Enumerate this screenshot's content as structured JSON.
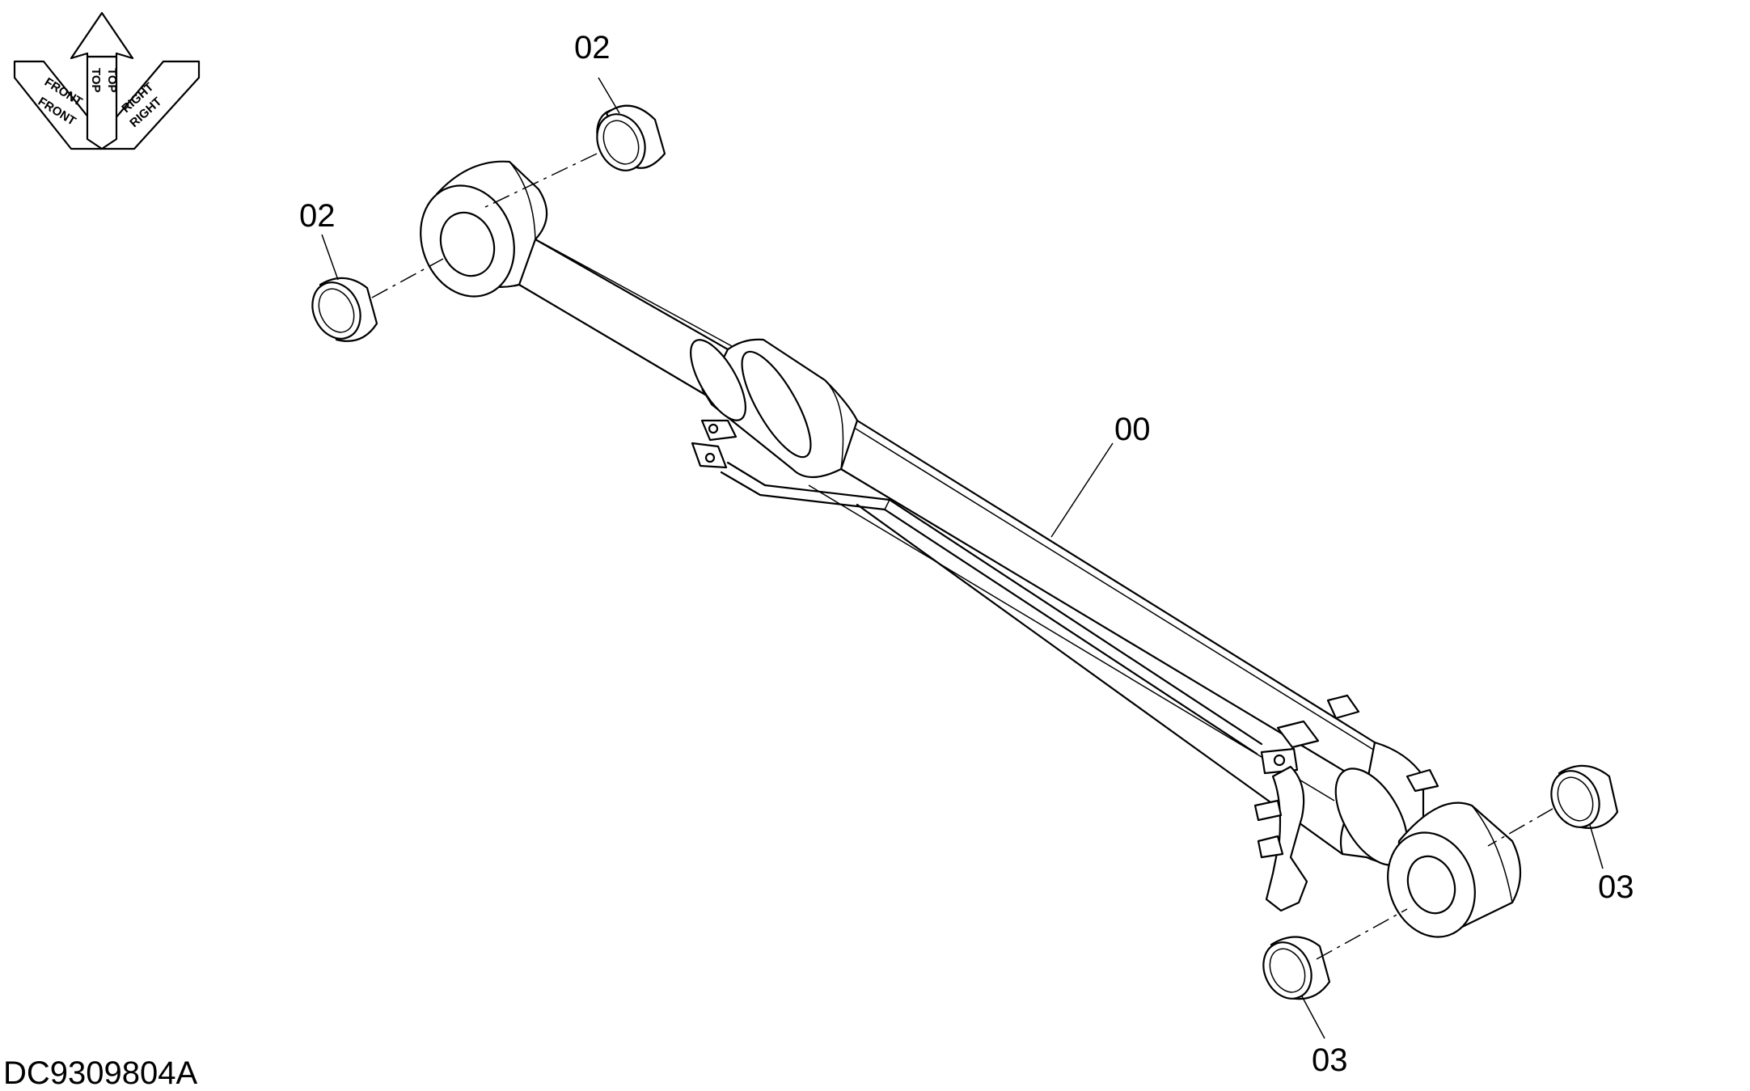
{
  "orientation": {
    "front_top": "FRONT",
    "front_bottom": "FRONT",
    "top_left": "TOP",
    "top_right": "TOP",
    "right_top": "RIGHT",
    "right_bottom": "RIGHT"
  },
  "callouts": {
    "cylinder": "00",
    "bushing_top": "02",
    "bushing_left": "02",
    "bushing_right": "03",
    "bushing_bottom": "03"
  },
  "drawing_number": "DC9309804A"
}
